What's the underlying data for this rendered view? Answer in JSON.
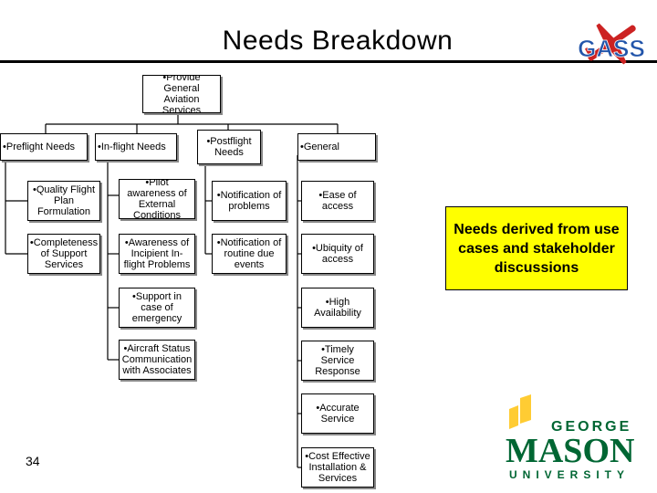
{
  "title": "Needs Breakdown",
  "root": "•Provide General Aviation Services",
  "columns": [
    {
      "header": "•Preflight Needs",
      "children": [
        "•Quality Flight Plan Formulation",
        "•Completeness of Support Services"
      ]
    },
    {
      "header": "•In-flight Needs",
      "children": [
        "•Pilot awareness of External Conditions",
        "•Awareness of Incipient In-flight Problems",
        "•Support in case of emergency",
        "•Aircraft Status Communication with Associates"
      ]
    },
    {
      "header": "•Postflight Needs",
      "children": [
        "•Notification of problems",
        "•Notification of routine due events"
      ]
    },
    {
      "header": "•General",
      "children": [
        "•Ease of access",
        "•Ubiquity of access",
        "•High Availability",
        "•Timely Service Response",
        "•Accurate Service",
        "•Cost Effective Installation & Services"
      ]
    }
  ],
  "note": "Needs derived from use cases and stakeholder discussions",
  "page_number": "34",
  "logos": {
    "gass": "GASS",
    "gmu_line1": "GEORGE",
    "gmu_line2": "MASON",
    "gmu_line3": "UNIVERSITY"
  },
  "colors": {
    "gmu_green": "#006633",
    "gmu_gold": "#ffcc33",
    "gass_blue": "#2255aa",
    "gass_red": "#cc2222",
    "note_yellow": "#ffff00"
  }
}
